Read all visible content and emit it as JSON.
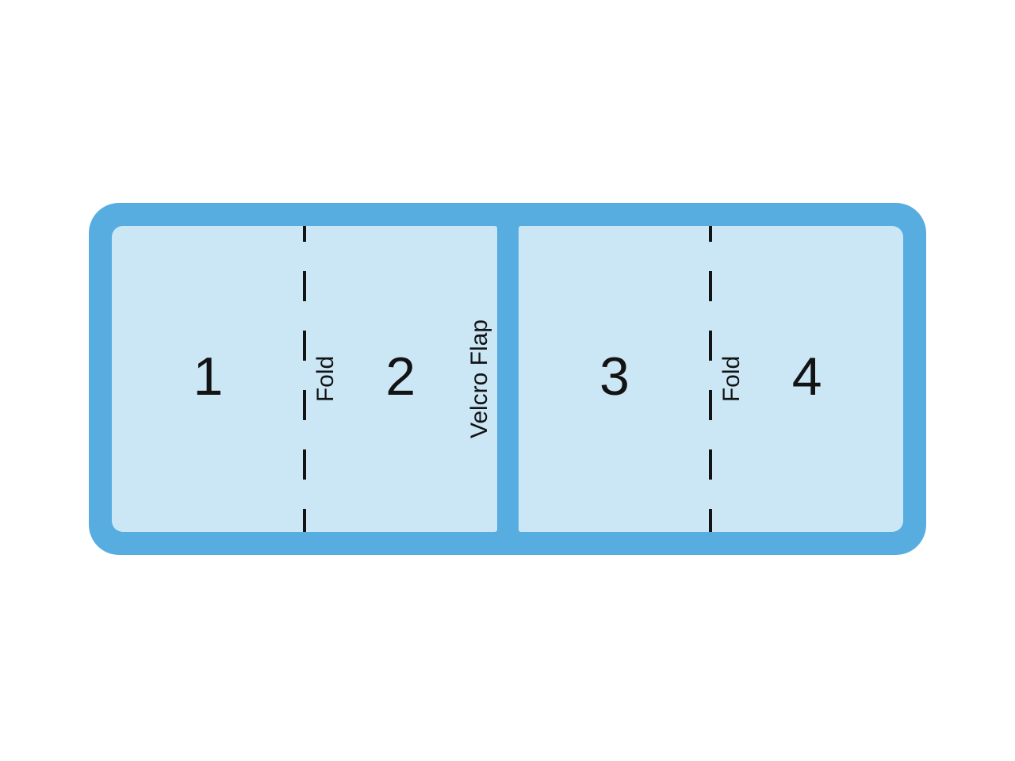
{
  "colors": {
    "canvas": "#ffffff",
    "frame": "#58ade0",
    "panel": "#cbe7f6",
    "ink": "#131313"
  },
  "diagram": {
    "left_section": {
      "panel_1_label": "1",
      "panel_2_label": "2",
      "fold_label": "Fold",
      "flap_label": "Velcro Flap"
    },
    "right_section": {
      "panel_3_label": "3",
      "panel_4_label": "4",
      "fold_label": "Fold"
    }
  }
}
